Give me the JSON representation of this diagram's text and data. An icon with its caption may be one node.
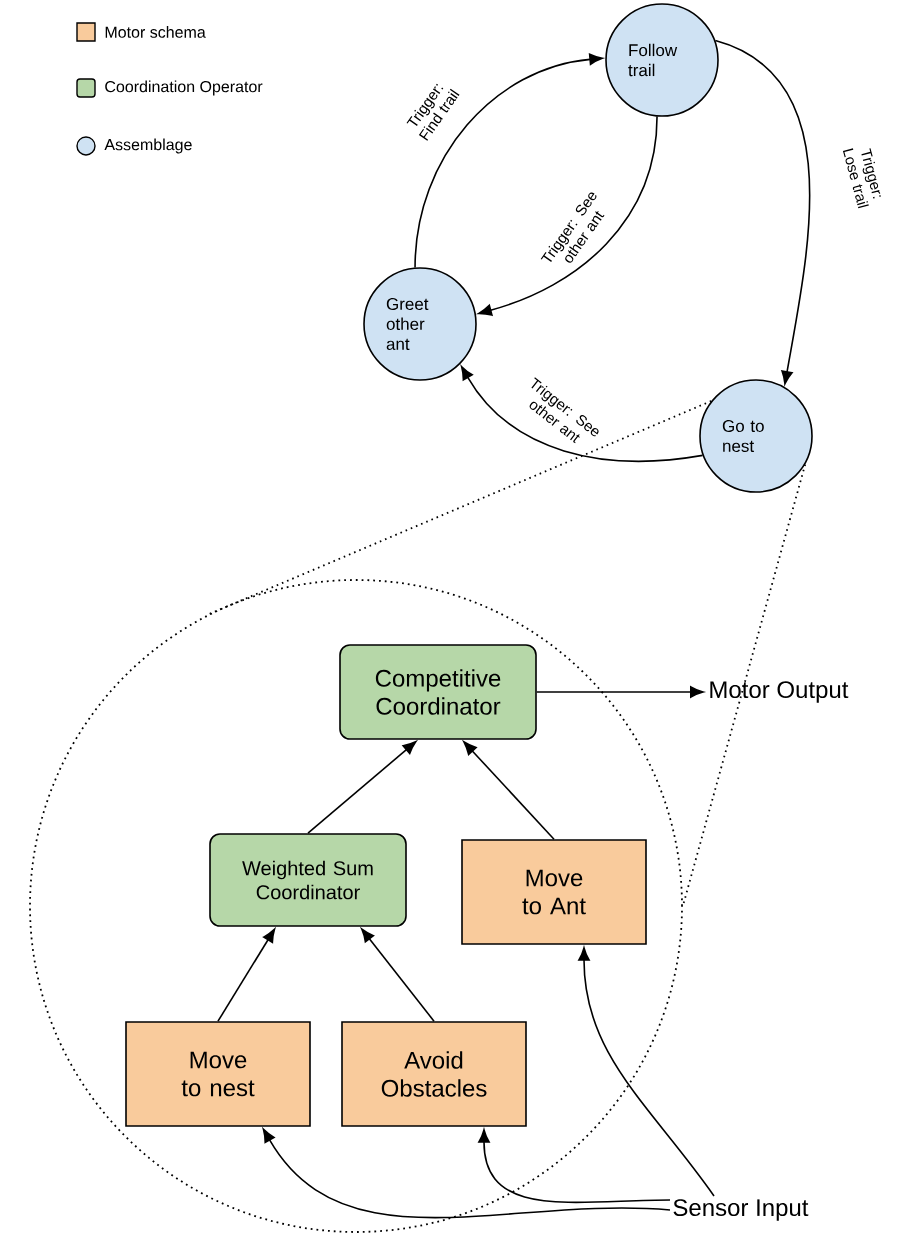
{
  "diagram": {
    "nodes": [
      {
        "text": [
          "Follow trail"
        ]
      },
      {
        "text": [
          "Greet other ant"
        ]
      },
      {
        "text": [
          "Go to nest"
        ]
      },
      {
        "text": [],
        "shape": "circle"
      },
      {
        "text": [
          "Competitive Coordinator"
        ],
        "in": 3
      },
      {
        "text": [
          "Weighted Sum Coordinator"
        ],
        "in": 3
      },
      {
        "text": [
          "Move to Ant"
        ],
        "in": 3
      },
      {
        "text": [
          "Move to nest"
        ],
        "in": 3
      },
      {
        "text": [
          "Avoid Obstacles"
        ],
        "in": 3
      },
      {
        "text": [
          "Motor Output"
        ]
      },
      {
        "text": [
          "Sensor Input"
        ]
      }
    ],
    "edges": [
      {
        "from": 1,
        "to": 0,
        "arrow": "to",
        "label": "Trigger: Find trail"
      },
      {
        "from": 0,
        "to": 1,
        "arrow": "to",
        "label": "Trigger: See other ant"
      },
      {
        "from": 0,
        "to": 2,
        "arrow": "to",
        "label": "Trigger: Lose trail"
      },
      {
        "from": 2,
        "to": 1,
        "arrow": "to",
        "label": "Trigger: See other ant"
      },
      {
        "from": 2,
        "to": 3,
        "arrow": "none",
        "style": "dashed"
      },
      {
        "from": 2,
        "to": 3,
        "arrow": "none",
        "style": "dashed"
      },
      {
        "from": 4,
        "to": 9,
        "arrow": "to"
      },
      {
        "from": 5,
        "to": 4,
        "arrow": "to"
      },
      {
        "from": 6,
        "to": 4,
        "arrow": "to"
      },
      {
        "from": 7,
        "to": 5,
        "arrow": "to"
      },
      {
        "from": 8,
        "to": 5,
        "arrow": "to"
      },
      {
        "from": 10,
        "to": 6,
        "arrow": "to"
      },
      {
        "from": 10,
        "to": 8,
        "arrow": "to"
      },
      {
        "from": 10,
        "to": 7,
        "arrow": "to"
      }
    ],
    "legend": [
      {
        "text": "Motor schema",
        "color": "#f9cb9c"
      },
      {
        "text": "Coordination Operator",
        "color": "#b6d7a8"
      },
      {
        "text": "Assemblage",
        "color": "#cfe2f3"
      }
    ]
  }
}
